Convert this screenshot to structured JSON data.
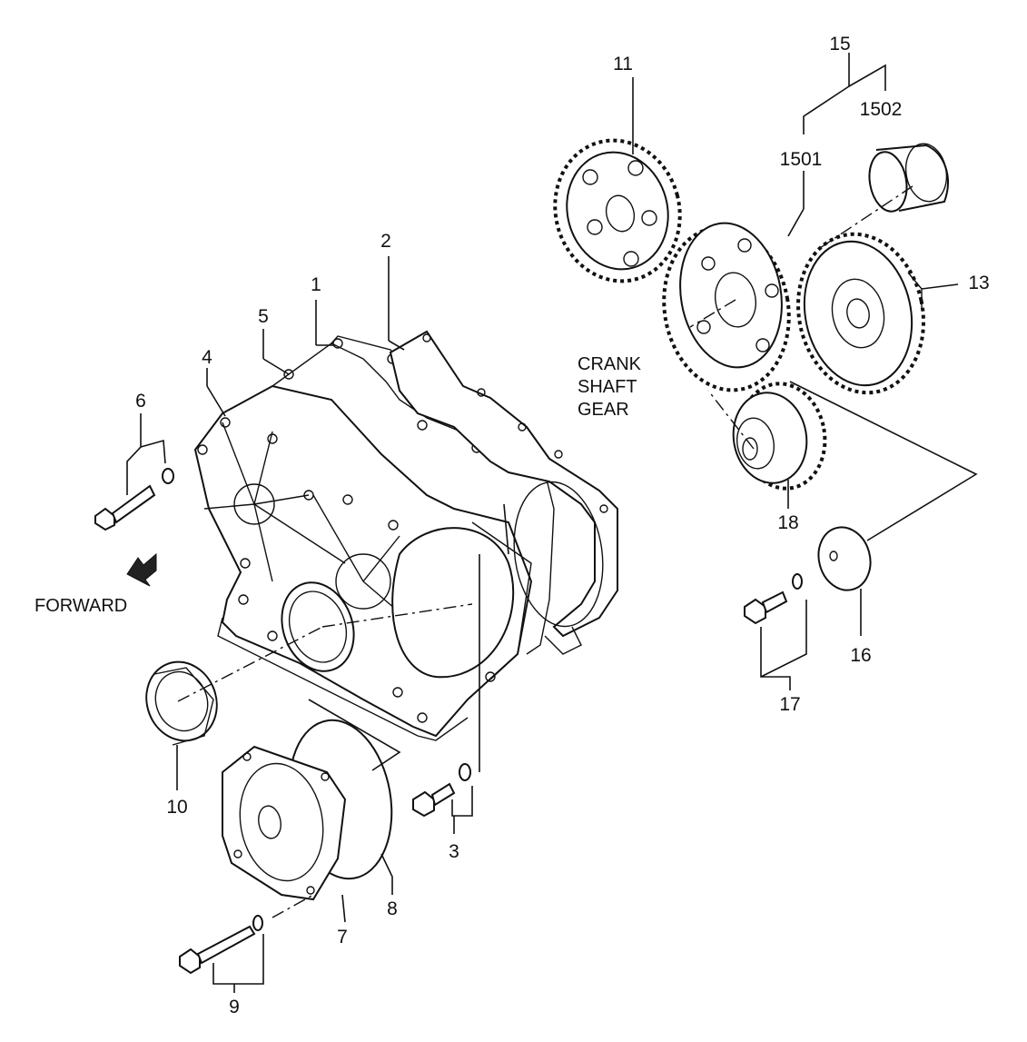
{
  "diagram": {
    "callouts": {
      "p1": "1",
      "p2": "2",
      "p3": "3",
      "p4": "4",
      "p5": "5",
      "p6": "6",
      "p7": "7",
      "p8": "8",
      "p9": "9",
      "p10": "10",
      "p11": "11",
      "p13": "13",
      "p15": "15",
      "p1501": "1501",
      "p1502": "1502",
      "p16": "16",
      "p17": "17",
      "p18": "18"
    },
    "notes": {
      "crank_line1": "CRANK",
      "crank_line2": "SHAFT",
      "crank_line3": "GEAR",
      "forward": "FORWARD"
    }
  }
}
